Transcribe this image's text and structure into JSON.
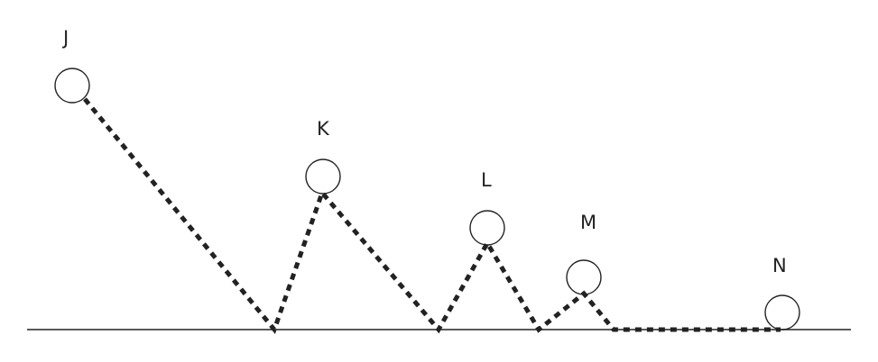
{
  "diagram": {
    "labels": {
      "j": "J",
      "k": "K",
      "l": "L",
      "m": "M",
      "n": "N"
    },
    "colors": {
      "ink": "#222222",
      "path": "#222222",
      "ground": "#222222",
      "background": "#ffffff"
    }
  }
}
